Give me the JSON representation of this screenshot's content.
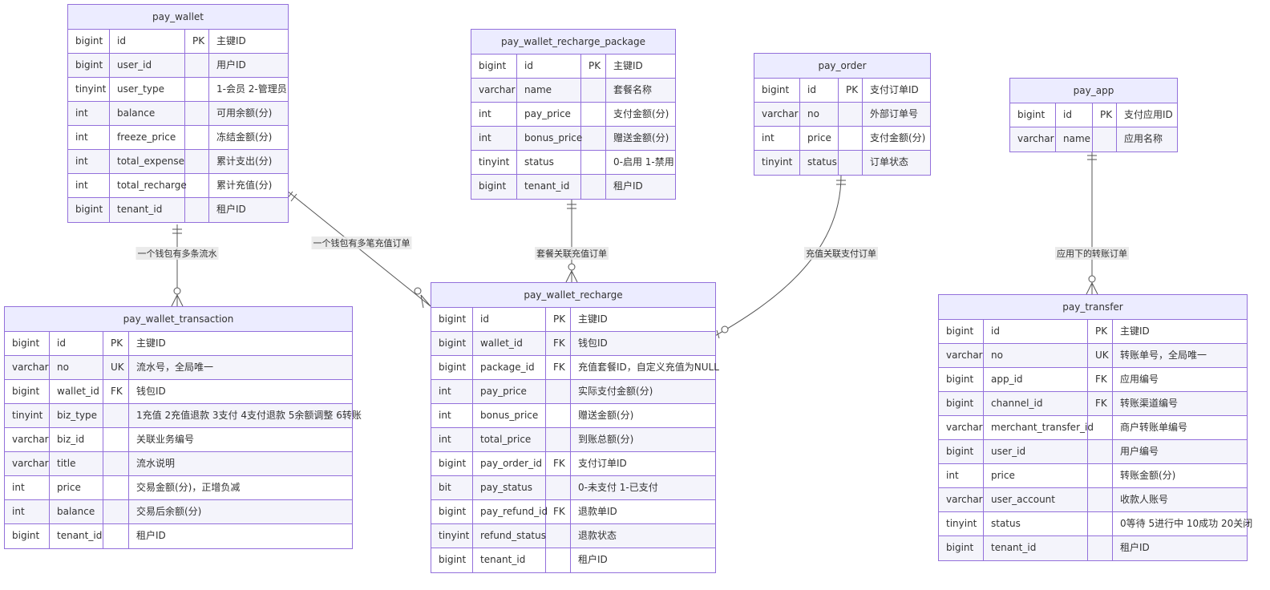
{
  "entities": [
    {
      "id": "pay_wallet",
      "name": "pay_wallet",
      "cols": [
        52,
        94,
        30,
        98
      ],
      "rows": [
        [
          "bigint",
          "id",
          "PK",
          "主键ID"
        ],
        [
          "bigint",
          "user_id",
          "",
          "用户ID"
        ],
        [
          "tinyint",
          "user_type",
          "",
          "1-会员 2-管理员"
        ],
        [
          "int",
          "balance",
          "",
          "可用余额(分)"
        ],
        [
          "int",
          "freeze_price",
          "",
          "冻结金额(分)"
        ],
        [
          "int",
          "total_expense",
          "",
          "累计支出(分)"
        ],
        [
          "int",
          "total_recharge",
          "",
          "累计充值(分)"
        ],
        [
          "bigint",
          "tenant_id",
          "",
          "租户ID"
        ]
      ]
    },
    {
      "id": "pay_wallet_recharge_package",
      "name": "pay_wallet_recharge_package",
      "cols": [
        57,
        80,
        31,
        86
      ],
      "rows": [
        [
          "bigint",
          "id",
          "PK",
          "主键ID"
        ],
        [
          "varchar",
          "name",
          "",
          "套餐名称"
        ],
        [
          "int",
          "pay_price",
          "",
          "支付金额(分)"
        ],
        [
          "int",
          "bonus_price",
          "",
          "赠送金额(分)"
        ],
        [
          "tinyint",
          "status",
          "",
          "0-启用 1-禁用"
        ],
        [
          "bigint",
          "tenant_id",
          "",
          "租户ID"
        ]
      ]
    },
    {
      "id": "pay_order",
      "name": "pay_order",
      "cols": [
        57,
        48,
        30,
        84
      ],
      "rows": [
        [
          "bigint",
          "id",
          "PK",
          "支付订单ID"
        ],
        [
          "varchar",
          "no",
          "",
          "外部订单号"
        ],
        [
          "int",
          "price",
          "",
          "支付金额(分)"
        ],
        [
          "tinyint",
          "status",
          "",
          "订单状态"
        ]
      ]
    },
    {
      "id": "pay_app",
      "name": "pay_app",
      "cols": [
        57,
        46,
        30,
        75
      ],
      "rows": [
        [
          "bigint",
          "id",
          "PK",
          "支付应用ID"
        ],
        [
          "varchar",
          "name",
          "",
          "应用名称"
        ]
      ]
    },
    {
      "id": "pay_wallet_transaction",
      "name": "pay_wallet_transaction",
      "cols": [
        56,
        67,
        32,
        278
      ],
      "rows": [
        [
          "bigint",
          "id",
          "PK",
          "主键ID"
        ],
        [
          "varchar",
          "no",
          "UK",
          "流水号，全局唯一"
        ],
        [
          "bigint",
          "wallet_id",
          "FK",
          "钱包ID"
        ],
        [
          "tinyint",
          "biz_type",
          "",
          "1充值 2充值退款 3支付 4支付退款 5余额调整 6转账"
        ],
        [
          "varchar",
          "biz_id",
          "",
          "关联业务编号"
        ],
        [
          "varchar",
          "title",
          "",
          "流水说明"
        ],
        [
          "int",
          "price",
          "",
          "交易金额(分)，正增负减"
        ],
        [
          "int",
          "balance",
          "",
          "交易后余额(分)"
        ],
        [
          "bigint",
          "tenant_id",
          "",
          "租户ID"
        ]
      ]
    },
    {
      "id": "pay_wallet_recharge",
      "name": "pay_wallet_recharge",
      "cols": [
        52,
        91,
        31,
        180
      ],
      "rows": [
        [
          "bigint",
          "id",
          "PK",
          "主键ID"
        ],
        [
          "bigint",
          "wallet_id",
          "FK",
          "钱包ID"
        ],
        [
          "bigint",
          "package_id",
          "FK",
          "充值套餐ID，自定义充值为NULL"
        ],
        [
          "int",
          "pay_price",
          "",
          "实际支付金额(分)"
        ],
        [
          "int",
          "bonus_price",
          "",
          "赠送金额(分)"
        ],
        [
          "int",
          "total_price",
          "",
          "到账总额(分)"
        ],
        [
          "bigint",
          "pay_order_id",
          "FK",
          "支付订单ID"
        ],
        [
          "bit",
          "pay_status",
          "",
          "0-未支付 1-已支付"
        ],
        [
          "bigint",
          "pay_refund_id",
          "FK",
          "退款单ID"
        ],
        [
          "tinyint",
          "refund_status",
          "",
          "退款状态"
        ],
        [
          "bigint",
          "tenant_id",
          "",
          "租户ID"
        ]
      ]
    },
    {
      "id": "pay_transfer",
      "name": "pay_transfer",
      "cols": [
        56,
        130,
        31,
        167
      ],
      "rows": [
        [
          "bigint",
          "id",
          "PK",
          "主键ID"
        ],
        [
          "varchar",
          "no",
          "UK",
          "转账单号，全局唯一"
        ],
        [
          "bigint",
          "app_id",
          "FK",
          "应用编号"
        ],
        [
          "bigint",
          "channel_id",
          "FK",
          "转账渠道编号"
        ],
        [
          "varchar",
          "merchant_transfer_id",
          "",
          "商户转账单编号"
        ],
        [
          "bigint",
          "user_id",
          "",
          "用户编号"
        ],
        [
          "int",
          "price",
          "",
          "转账金额(分)"
        ],
        [
          "varchar",
          "user_account",
          "",
          "收款人账号"
        ],
        [
          "tinyint",
          "status",
          "",
          "0等待 5进行中 10成功 20关闭"
        ],
        [
          "bigint",
          "tenant_id",
          "",
          "租户ID"
        ]
      ]
    }
  ],
  "relationships": [
    {
      "from": "pay_wallet",
      "to": "pay_wallet_transaction",
      "label": "一个钱包有多条流水"
    },
    {
      "from": "pay_wallet",
      "to": "pay_wallet_recharge",
      "label": "一个钱包有多笔充值订单"
    },
    {
      "from": "pay_wallet_recharge_package",
      "to": "pay_wallet_recharge",
      "label": "套餐关联充值订单"
    },
    {
      "from": "pay_order",
      "to": "pay_wallet_recharge",
      "label": "充值关联支付订单"
    },
    {
      "from": "pay_app",
      "to": "pay_transfer",
      "label": "应用下的转账订单"
    }
  ],
  "colors": {
    "border": "#9370DB",
    "header": "#ECECFF",
    "line": "#555555"
  }
}
